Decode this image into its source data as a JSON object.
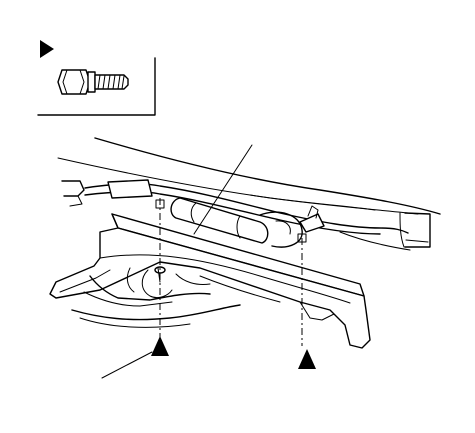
{
  "figure": {
    "legend_marker": "filled-triangle",
    "legend_part": "flange-bolt",
    "markers": [
      {
        "name": "bolt-location-left",
        "shape": "filled-triangle"
      },
      {
        "name": "bolt-location-right",
        "shape": "filled-triangle"
      }
    ],
    "line_color": "#000000",
    "background_color": "#ffffff"
  }
}
